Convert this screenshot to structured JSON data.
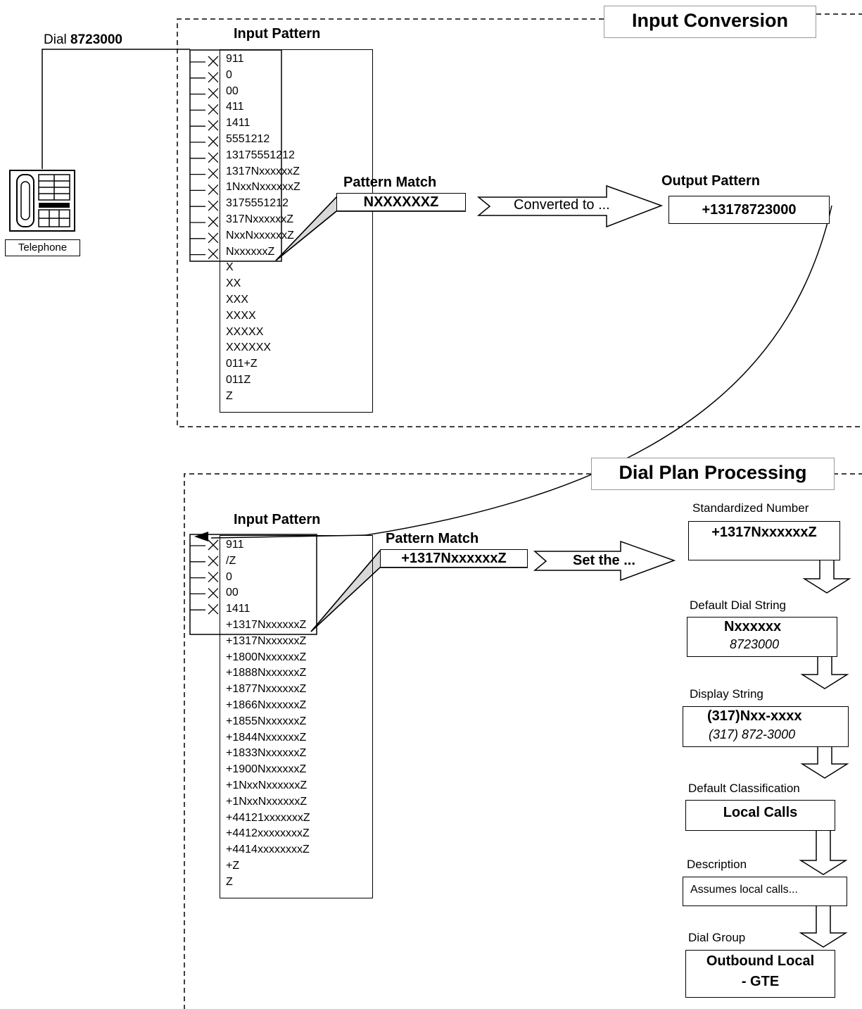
{
  "top_section": {
    "title": "Input Conversion",
    "dial_prefix": "Dial",
    "dial_number": "8723000",
    "phone_label": "Telephone",
    "input_pattern_heading": "Input Pattern",
    "input_patterns": [
      "911",
      "0",
      "00",
      "411",
      "1411",
      "5551212",
      "13175551212",
      "1317NxxxxxxZ",
      "1NxxNxxxxxxZ",
      "3175551212",
      "317NxxxxxxZ",
      "NxxNxxxxxxZ",
      "NxxxxxxZ",
      "X",
      "XX",
      "XXX",
      "XXXX",
      "XXXXX",
      "XXXXXX",
      "011+Z",
      "011Z",
      "Z"
    ],
    "pattern_match_heading": "Pattern Match",
    "pattern_match_value": "NXXXXXXZ",
    "arrow_label": "Converted to ...",
    "output_pattern_heading": "Output Pattern",
    "output_pattern_value": "+13178723000"
  },
  "bottom_section": {
    "title": "Dial Plan Processing",
    "input_pattern_heading": "Input Pattern",
    "input_patterns": [
      "911",
      "/Z",
      "0",
      "00",
      "1411",
      "+1317NxxxxxxZ",
      "+1317NxxxxxxZ",
      "+1800NxxxxxxZ",
      "+1888NxxxxxxZ",
      "+1877NxxxxxxZ",
      "+1866NxxxxxxZ",
      "+1855NxxxxxxZ",
      "+1844NxxxxxxZ",
      "+1833NxxxxxxZ",
      "+1900NxxxxxxZ",
      "+1NxxNxxxxxxZ",
      "+1NxxNxxxxxxZ",
      "+44121xxxxxxxZ",
      "+4412xxxxxxxxZ",
      "+4414xxxxxxxxZ",
      "+Z",
      "Z"
    ],
    "pattern_match_heading": "Pattern Match",
    "pattern_match_value": "+1317NxxxxxxZ",
    "arrow_label": "Set the ...",
    "standardized_label": "Standardized Number",
    "standardized_value": "+1317NxxxxxxZ",
    "default_dial_label": "Default Dial String",
    "default_dial_pattern": "Nxxxxxx",
    "default_dial_example": "8723000",
    "display_label": "Display String",
    "display_pattern": "(317)Nxx-xxxx",
    "display_example": "(317) 872-3000",
    "classification_label": "Default Classification",
    "classification_value": "Local Calls",
    "description_label": "Description",
    "description_value": "Assumes local calls...",
    "dial_group_label": "Dial Group",
    "dial_group_line1": "Outbound Local",
    "dial_group_line2": "- GTE"
  }
}
